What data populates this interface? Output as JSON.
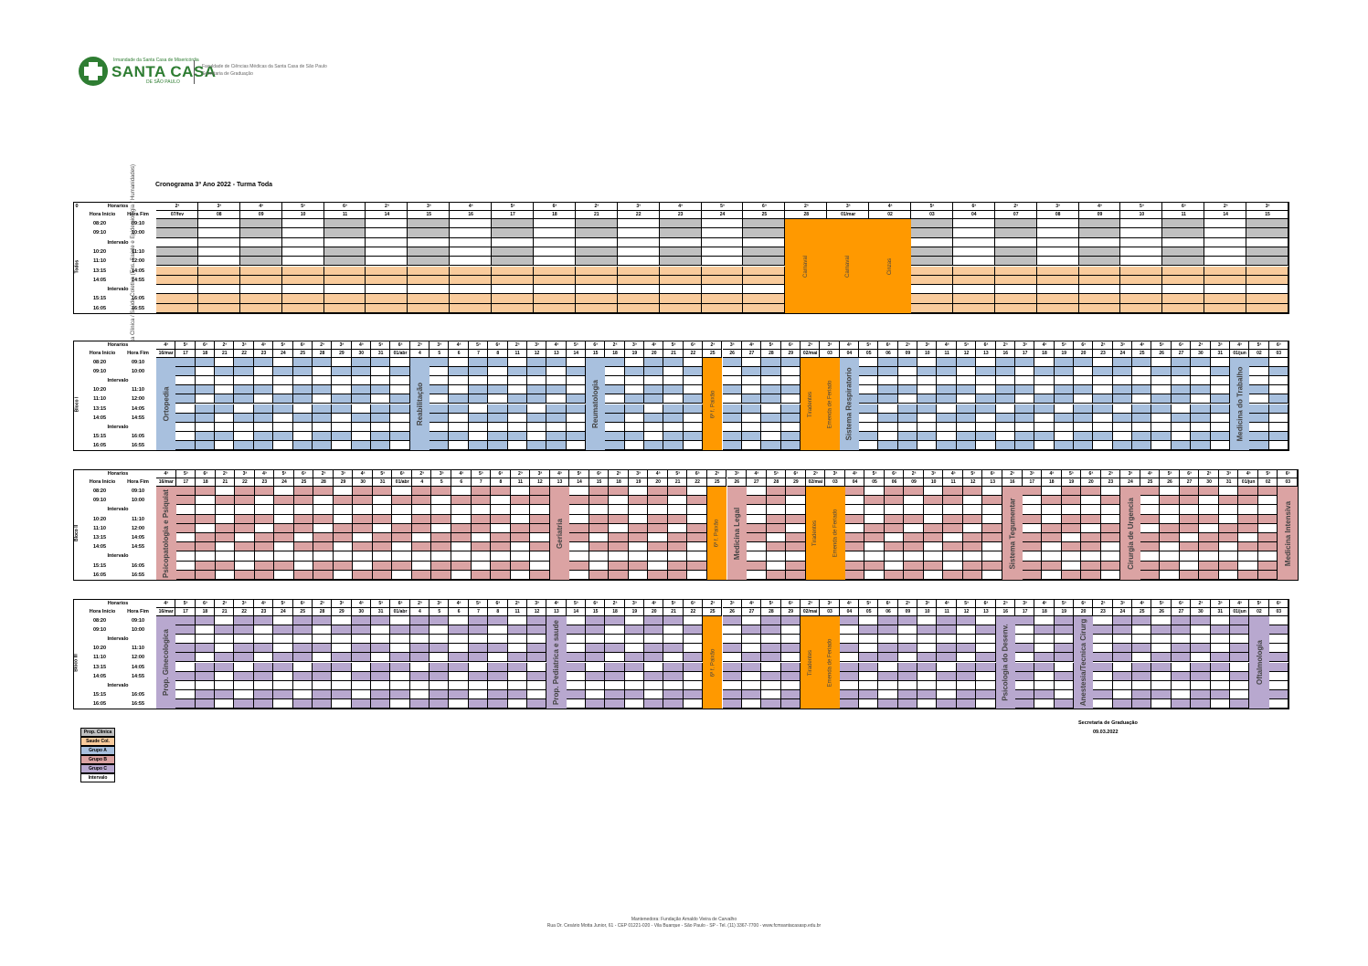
{
  "header": {
    "logo_top": "Irmandade da Santa Casa de Misericórdia",
    "logo_name": "SANTA CASA",
    "logo_sub": "DE SÃO PAULO",
    "line1": "Faculdade de Ciências Médicas da Santa Casa de São Paulo",
    "line2": "Secretaria de Graduação",
    "title": "Cronograma 3º Ano 2022 - Turma Toda"
  },
  "colors": {
    "prop_clinica": "#c0c0c0",
    "saude_col": "#f9cb9c",
    "grupo_a": "#a8c0de",
    "grupo_b": "#dba3a3",
    "grupo_c": "#b8a8cf",
    "feriado": "#ff9900",
    "white": "#ffffff"
  },
  "common": {
    "horarios": "Horarios",
    "hora_inicio": "Hora Início",
    "hora_fim": "Hora Fim",
    "intervalo": "Intervalo",
    "time_rows": [
      [
        "08:20",
        "09:10"
      ],
      [
        "09:10",
        "10:00"
      ],
      [
        "Intervalo",
        ""
      ],
      [
        "10:20",
        "11:10"
      ],
      [
        "11:10",
        "12:00"
      ],
      [
        "13:15",
        "14:05"
      ],
      [
        "14:05",
        "14:55"
      ],
      [
        "Intervalo",
        ""
      ],
      [
        "15:15",
        "16:05"
      ],
      [
        "16:05",
        "16:55"
      ]
    ]
  },
  "block0": {
    "corner": "0",
    "group": "Todos",
    "subject": "Propedêutica Clínica / Saúde Coletiva (Ens. Saúde e Epidemiologia / Humanidades)",
    "weekdays": [
      "2ª",
      "3ª",
      "4ª",
      "5ª",
      "6ª",
      "2ª",
      "3ª",
      "4ª",
      "5ª",
      "6ª",
      "2ª",
      "3ª",
      "4ª",
      "5ª",
      "6ª",
      "2ª",
      "3ª",
      "4ª",
      "5ª",
      "6ª",
      "2ª",
      "3ª",
      "4ª",
      "5ª",
      "6ª",
      "2ª",
      "3ª"
    ],
    "dates": [
      "07/fev",
      "08",
      "09",
      "10",
      "11",
      "14",
      "15",
      "16",
      "17",
      "18",
      "21",
      "22",
      "23",
      "24",
      "25",
      "28",
      "01/mar",
      "02",
      "03",
      "04",
      "07",
      "08",
      "09",
      "10",
      "11",
      "14",
      "15"
    ],
    "holidays": [
      "Carnaval",
      "Carnaval",
      "Cinzas"
    ]
  },
  "block1": {
    "group": "Bloco I",
    "weekdays": [
      "4ª",
      "5ª",
      "6ª",
      "2ª",
      "3ª",
      "4ª",
      "5ª",
      "6ª",
      "2ª",
      "3ª",
      "4ª",
      "5ª",
      "6ª",
      "2ª",
      "3ª",
      "4ª",
      "5ª",
      "6ª",
      "2ª",
      "3ª",
      "4ª",
      "5ª",
      "6ª",
      "2ª",
      "3ª",
      "4ª",
      "5ª",
      "6ª",
      "2ª",
      "3ª",
      "4ª",
      "5ª",
      "6ª",
      "2ª",
      "3ª",
      "4ª",
      "5ª",
      "6ª",
      "2ª",
      "3ª",
      "4ª",
      "5ª",
      "6ª",
      "2ª",
      "3ª",
      "4ª",
      "5ª",
      "6ª",
      "2ª",
      "3ª",
      "4ª",
      "5ª",
      "6ª",
      "2ª",
      "3ª",
      "4ª",
      "5ª",
      "6ª"
    ],
    "dates": [
      "16/mar",
      "17",
      "18",
      "21",
      "22",
      "23",
      "24",
      "25",
      "28",
      "29",
      "30",
      "31",
      "01/abr",
      "4",
      "5",
      "6",
      "7",
      "8",
      "11",
      "12",
      "13",
      "14",
      "15",
      "18",
      "19",
      "20",
      "21",
      "22",
      "25",
      "26",
      "27",
      "28",
      "29",
      "02/mai",
      "03",
      "04",
      "05",
      "06",
      "09",
      "10",
      "11",
      "12",
      "13",
      "16",
      "17",
      "18",
      "19",
      "20",
      "23",
      "24",
      "25",
      "26",
      "27",
      "30",
      "31",
      "01/jun",
      "02",
      "03"
    ],
    "subjects": [
      "Ortopedia",
      "Reabilitação",
      "Reumatologia",
      "6ª f. Paixão",
      "Tiradentes",
      "Emenda de Feriado",
      "Sistema Respiratorio",
      "Medicina do Trabalho"
    ]
  },
  "block2": {
    "group": "Bloco II",
    "subjects": [
      "Psicopatologia e Psiquiat",
      "Geriatria",
      "6ª f. Paixão",
      "Medicina Legal",
      "Tiradentes",
      "Emenda de Feriado",
      "Sistema Tegumentar",
      "Cirurgia de Urgencia",
      "Medicina Intensiva"
    ]
  },
  "block3": {
    "group": "Bloco III",
    "subjects": [
      "Prop. Ginecologica",
      "Prop. Pediatrica e saude",
      "6ª f. Paixão",
      "Tiradentes",
      "Emenda de Feriado",
      "Psicologia do Desenv.",
      "Anestesia/Tecnica Cirurg",
      "Oftalmologia"
    ]
  },
  "legend": [
    "Prop. Clinica",
    "Saude Col.",
    "Grupo A",
    "Grupo B",
    "Grupo C",
    "Intervalo"
  ],
  "signature": {
    "line1": "Secretaria de Graduação",
    "line2": "09.03.2022"
  },
  "footer": {
    "line1": "Mantenedora: Fundação Arnaldo Vieira de Carvalho",
    "line2": "Rua Dr. Cesário Motta Junior, 61 - CEP 01221-020 - Vila Buarque - São Paulo - SP - Tel. (11) 3367-7700 - www.fcmsantacasasp.edu.br"
  }
}
